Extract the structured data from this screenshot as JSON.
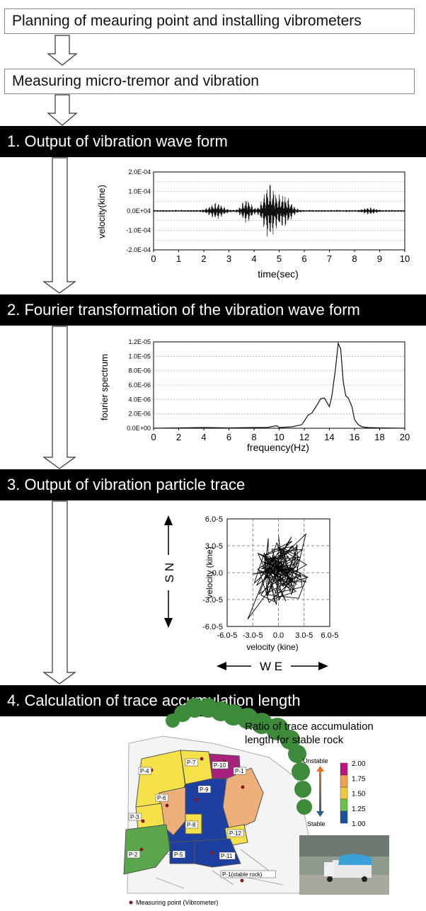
{
  "steps": {
    "planning": "Planning of meauring point and installing vibrometers",
    "measuring": "Measuring micro-tremor and vibration",
    "step1": "1. Output of vibration wave form",
    "step2": "2. Fourier transformation of the vibration wave form",
    "step3": "3. Output of vibration particle trace",
    "step4": "4. Calculation of trace accumulation length"
  },
  "chart_data": [
    {
      "type": "line",
      "ylabel": "velocity(kine)",
      "xlabel": "time(sec)",
      "xlim": [
        0,
        10
      ],
      "ylim": [
        -0.0002,
        0.0002
      ],
      "x_ticks": [
        "0",
        "1",
        "2",
        "3",
        "4",
        "5",
        "6",
        "7",
        "8",
        "9",
        "10"
      ],
      "y_ticks": [
        "2.0E-04",
        "1.0E-04",
        "0.0E+04",
        "-1.0E-04",
        "-2.0E-04"
      ],
      "bursts": [
        {
          "center": 2.5,
          "width": 0.35,
          "amp": 4e-05
        },
        {
          "center": 3.7,
          "width": 0.25,
          "amp": 6e-05
        },
        {
          "center": 4.6,
          "width": 0.3,
          "amp": 0.00014
        },
        {
          "center": 5.2,
          "width": 0.35,
          "amp": 8e-05
        },
        {
          "center": 8.6,
          "width": 0.3,
          "amp": 1.5e-05
        }
      ]
    },
    {
      "type": "line",
      "ylabel": "fourier spectrum",
      "xlabel": "frequency(Hz)",
      "xlim": [
        0,
        20
      ],
      "ylim": [
        0,
        1.2e-05
      ],
      "x_ticks": [
        "0",
        "2",
        "4",
        "6",
        "8",
        "10",
        "12",
        "14",
        "16",
        "18",
        "20"
      ],
      "y_ticks": [
        "1.2E-05",
        "1.0E-05",
        "8.0E-06",
        "6.0E-06",
        "4.0E-06",
        "2.0E-06",
        "0.0E+00"
      ],
      "x": [
        0,
        2,
        4,
        6,
        8,
        9,
        9.8,
        10,
        11,
        11.8,
        12,
        12.3,
        12.6,
        13,
        13.3,
        13.6,
        13.8,
        14,
        14.2,
        14.5,
        14.7,
        14.9,
        15.1,
        15.3,
        15.5,
        15.8,
        16,
        16.3,
        16.6,
        17,
        18,
        20
      ],
      "y": [
        0,
        5e-08,
        1e-07,
        5e-08,
        1e-07,
        1e-07,
        3.5e-07,
        1e-07,
        2e-07,
        5e-07,
        1e-06,
        1.8e-06,
        2.1e-06,
        3.2e-06,
        4.1e-06,
        4.2e-06,
        3.6e-06,
        3e-06,
        4.5e-06,
        8.5e-06,
        1.18e-05,
        1.1e-05,
        6.5e-06,
        4.5e-06,
        4.2e-06,
        3e-06,
        1.2e-06,
        5e-07,
        2e-07,
        1e-07,
        5e-08,
        0
      ]
    },
    {
      "type": "line",
      "xlabel": "velocity (kine)",
      "ylabel": "velocity (kine)",
      "xlim": [
        -6e-05,
        6e-05
      ],
      "ylim": [
        -6e-05,
        6e-05
      ],
      "x_ticks": [
        "-6.0-5",
        "-3.0-5",
        "0.0",
        "3.0-5",
        "6.0-5"
      ],
      "y_ticks": [
        "6.0-5",
        "3.0-5",
        "0.0",
        "-3.0-5",
        "-6.0-5"
      ],
      "ns_label": "S N",
      "we_label": "W E"
    }
  ],
  "map": {
    "legend_title_1": "Ratio of trace accumulation",
    "legend_title_2": "length for stable rock",
    "unstable": "Unstable",
    "stable": "Stable",
    "scale_labels": [
      "2.00",
      "1.75",
      "1.50",
      "1.25",
      "1.00"
    ],
    "scale_colors": [
      "#c0147c",
      "#f0a050",
      "#f0c83c",
      "#6cc04c",
      "#1c50a0"
    ],
    "points": [
      "P-10",
      "P-7",
      "P-4",
      "P-1",
      "P-9",
      "P-6",
      "P-3",
      "P-8",
      "P-12",
      "P-2",
      "P-5",
      "P-11",
      "P-1(stable rock)"
    ],
    "legend_note": "Measuring point (Vibrometer)"
  }
}
